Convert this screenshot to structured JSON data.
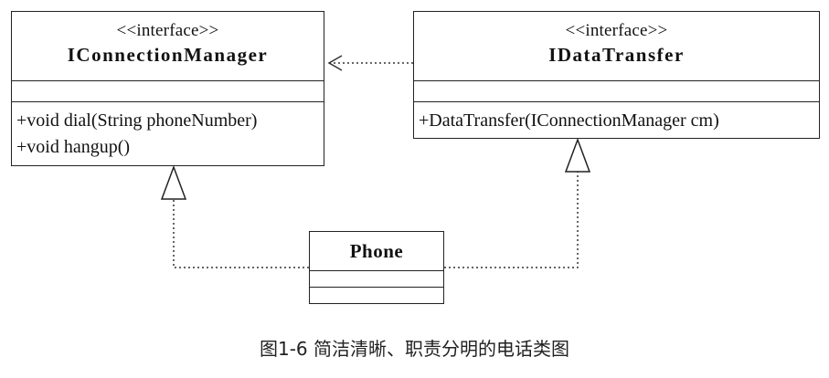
{
  "classes": {
    "connection_manager": {
      "stereotype": "<<interface>>",
      "name": "IConnectionManager",
      "operations": [
        "+void dial(String phoneNumber)",
        "+void hangup()"
      ]
    },
    "data_transfer": {
      "stereotype": "<<interface>>",
      "name": "IDataTransfer",
      "operations": [
        "+DataTransfer(IConnectionManager cm)"
      ]
    },
    "phone": {
      "name": "Phone"
    }
  },
  "relationships": [
    {
      "type": "dependency",
      "from": "IDataTransfer",
      "to": "IConnectionManager",
      "style": "dotted-open-arrow"
    },
    {
      "type": "realization",
      "from": "Phone",
      "to": "IConnectionManager",
      "style": "dotted-hollow-triangle"
    },
    {
      "type": "realization",
      "from": "Phone",
      "to": "IDataTransfer",
      "style": "dotted-hollow-triangle"
    }
  ],
  "caption": "图1-6 简洁清晰、职责分明的电话类图"
}
